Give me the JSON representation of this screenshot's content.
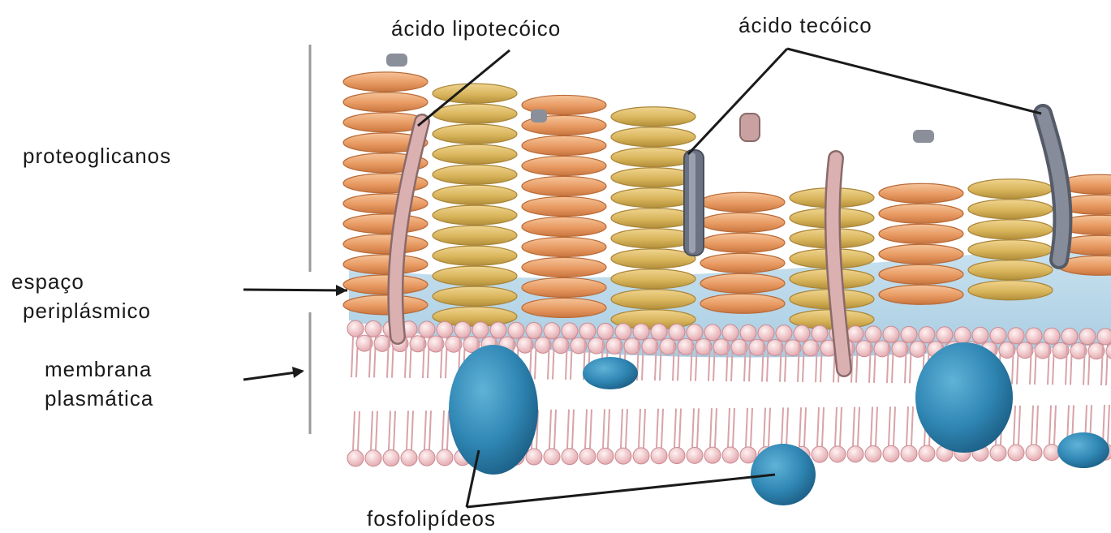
{
  "labels": {
    "lipoteichoic": "ácido lipotecóico",
    "teichoic": "ácido tecóico",
    "proteoglycans": "proteoglicanos",
    "periplasmic_line1": "espaço",
    "periplasmic_line2": "periplásmico",
    "membrane_line1": "membrana",
    "membrane_line2": "plasmática",
    "phospholipids": "fosfolipídeos"
  },
  "colors": {
    "peptidoglycan_orange": "#e89a62",
    "peptidoglycan_yellow": "#d9b55c",
    "periplasm": "#b9d8ea",
    "phospholipid_head": "#f3c9cc",
    "membrane_protein": "#2f86b3",
    "lipoteichoic_acid": "#d9a9a9",
    "teichoic_acid": "#7f8595"
  }
}
